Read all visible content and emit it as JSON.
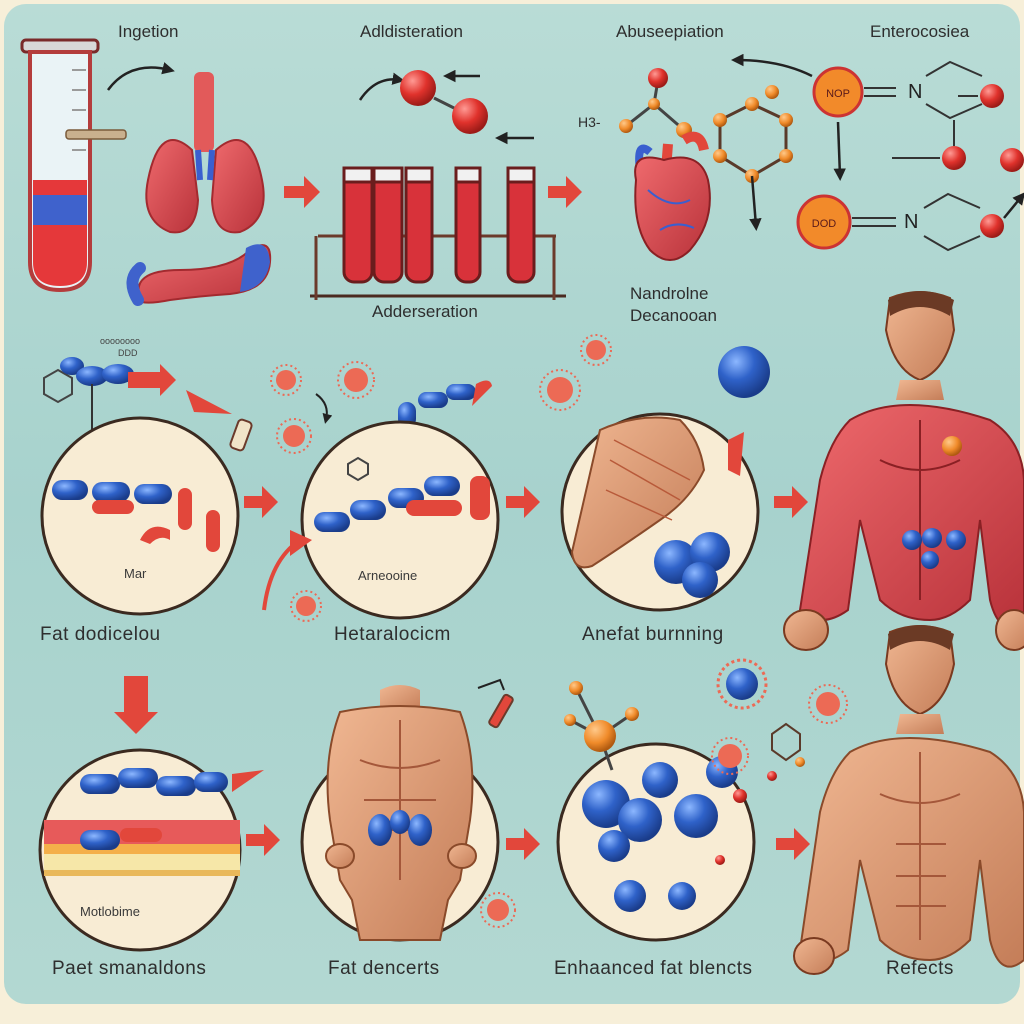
{
  "top_labels": {
    "ingestion": "Ingetion",
    "administration": "Adldisteration",
    "absorption": "Abuseepiation",
    "enterocosiea": "Enterocosiea"
  },
  "row1": {
    "adderseration": "Adderseration",
    "nandrolone_line1": "Nandrolne",
    "nandrolone_line2": "Decanooan",
    "h_label": "H3-",
    "nop_top": "NOP",
    "nop_bottom": "DOD",
    "n_top": "N",
    "n_bottom": "N"
  },
  "row2": {
    "circle1_label": "Mar",
    "circle2_label": "Arneooine",
    "caption1": "Fat dodicelou",
    "caption2": "Hetaralocicm",
    "caption3": "Anefat burnning"
  },
  "row3": {
    "circle1_label": "Motlobime",
    "caption1": "Paet smanaldons",
    "caption2": "Fat dencerts",
    "caption3": "Enhaanced fat blencts",
    "caption4": "Refects"
  },
  "colors": {
    "background_start": "#f6eed6",
    "background_end": "#a9d4cf",
    "arrow": "#e2473b",
    "muscle": "#d9474a",
    "skin": "#e3a07a",
    "fat_blue": "#2f62c9",
    "circle_fill": "#f8ecd4"
  }
}
